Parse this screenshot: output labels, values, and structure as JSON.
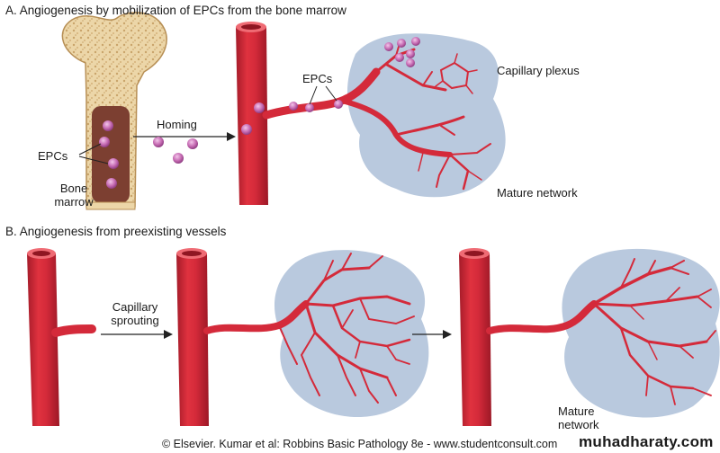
{
  "section_a": {
    "title": "A. Angiogenesis by mobilization of EPCs from the bone marrow",
    "epcs_left_label": "EPCs",
    "bone_marrow_label_line1": "Bone",
    "bone_marrow_label_line2": "marrow",
    "homing_label": "Homing",
    "epcs_vessel_label": "EPCs",
    "capillary_plexus_label": "Capillary plexus",
    "mature_network_label": "Mature network"
  },
  "section_b": {
    "title": "B. Angiogenesis from preexisting vessels",
    "sprouting_label_line1": "Capillary",
    "sprouting_label_line2": "sprouting",
    "mature_network_line1": "Mature",
    "mature_network_line2": "network"
  },
  "footer": {
    "credit": "© Elsevier. Kumar et al: Robbins Basic Pathology 8e - www.studentconsult.com",
    "watermark": "muhadharaty.com"
  },
  "colors": {
    "vessel": "#d42a3a",
    "vessel_dark": "#a51b29",
    "vessel_light": "#ef6b74",
    "tissue": "#b9c9de",
    "bone": "#ecd6a8",
    "bone_dark": "#c9a46a",
    "marrow": "#8a4a3a",
    "epc": "#c66bb3"
  }
}
